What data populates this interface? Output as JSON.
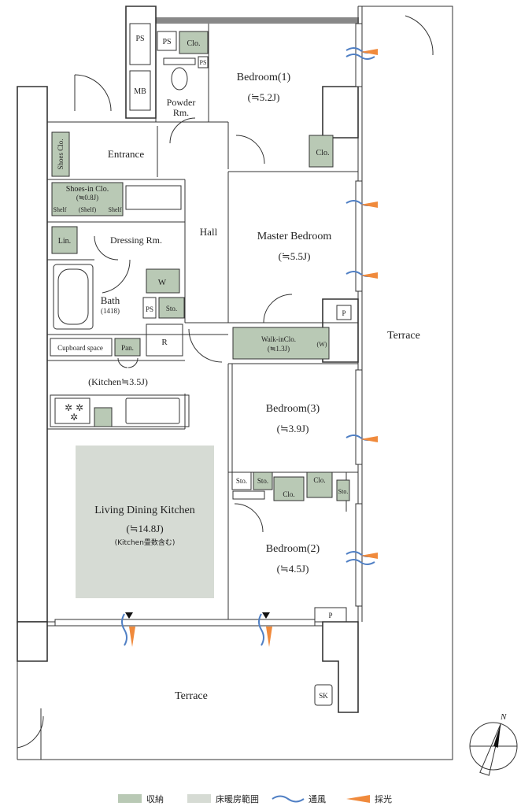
{
  "rooms": {
    "bedroom1": {
      "name": "Bedroom(1)",
      "size": "(≒5.2J)"
    },
    "master": {
      "name": "Master Bedroom",
      "size": "(≒5.5J)"
    },
    "bedroom3": {
      "name": "Bedroom(3)",
      "size": "(≒3.9J)"
    },
    "bedroom2": {
      "name": "Bedroom(2)",
      "size": "(≒4.5J)"
    },
    "ldk": {
      "name": "Living Dining Kitchen",
      "size": "(≒14.8J)",
      "note": "(Kitchen畳数含む)"
    },
    "kitchen": {
      "name": "(Kitchen≒3.5J)"
    },
    "entrance": {
      "name": "Entrance"
    },
    "hall": {
      "name": "Hall"
    },
    "powder": {
      "line1": "Powder",
      "line2": "Rm."
    },
    "dressing": {
      "name": "Dressing Rm."
    },
    "bath": {
      "name": "Bath",
      "size": "(1418)"
    },
    "terrace_right": {
      "name": "Terrace"
    },
    "terrace_bottom": {
      "name": "Terrace"
    }
  },
  "fixtures": {
    "ps_top": "PS",
    "mb": "MB",
    "ps_small": "PS",
    "ps_toilet": "PS",
    "clo_bed1": "Clo.",
    "clo_bed1_side": "Clo.",
    "shoes_clo": "Shoes Clo.",
    "shoes_in_clo": "Shoes-in Clo.",
    "shoes_in_size": "(≒0.8J)",
    "shelf_left": "Shelf",
    "shelf_mid": "(Shelf)",
    "shelf_right": "Shelf",
    "lin": "Lin.",
    "w": "W",
    "ps_bath": "PS",
    "sto_bath": "Sto.",
    "cupboard": "Cupboard space",
    "pan": "Pan.",
    "r": "R",
    "walkin": "Walk-inClo.",
    "walkin_size": "(≒1.3J)",
    "walkin_w": "(W)",
    "p_master": "P",
    "p_bed2": "P",
    "sto_a": "Sto.",
    "sto_b": "Sto.",
    "clo_b3": "Clo.",
    "clo_b2": "Clo.",
    "sto_c": "Sto.",
    "sk": "SK"
  },
  "compass": {
    "north": "N"
  },
  "legend": {
    "storage": "収納",
    "floor_heating": "床暖房範囲",
    "ventilation": "通風",
    "daylight": "採光"
  },
  "colors": {
    "storage": "#b9c9b5",
    "floor_heating": "#d6dbd4",
    "ventilation": "#4f7fc4",
    "daylight": "#f08a3c"
  }
}
